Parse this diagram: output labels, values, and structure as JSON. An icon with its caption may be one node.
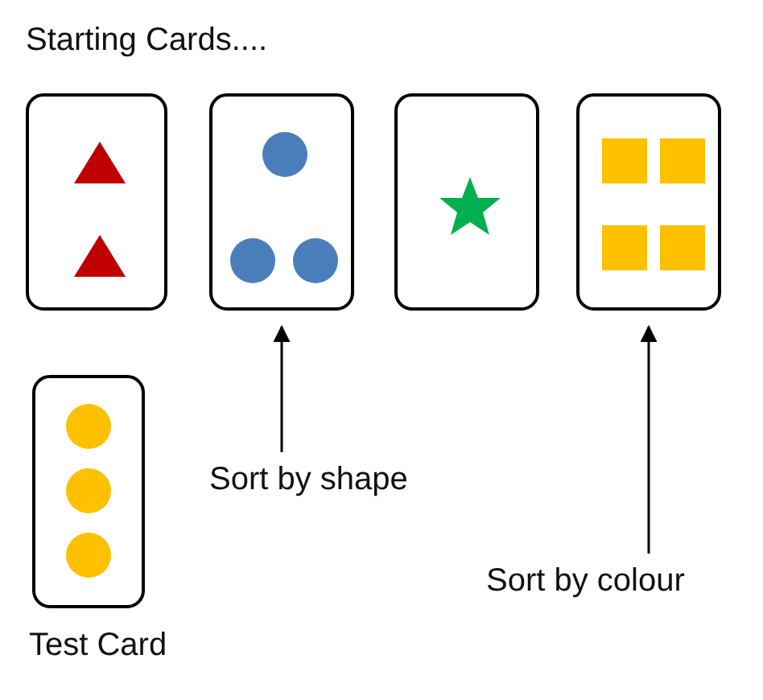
{
  "diagram": {
    "title": "Starting Cards....",
    "nodes": [
      {
        "text": [],
        "shape": "picture"
      },
      {
        "text": [],
        "shape": "picture"
      },
      {
        "text": [],
        "shape": "picture"
      },
      {
        "text": [],
        "shape": "picture"
      },
      {
        "text": [
          "Sort by shape"
        ]
      },
      {
        "text": [
          "Sort by colour"
        ]
      },
      {
        "text": [],
        "shape": "picture",
        "beside": [
          "Test Card"
        ]
      }
    ],
    "edges": [
      {
        "from": 4,
        "to": 1,
        "arrow": "to"
      },
      {
        "from": 5,
        "to": 3,
        "arrow": "to"
      }
    ]
  }
}
